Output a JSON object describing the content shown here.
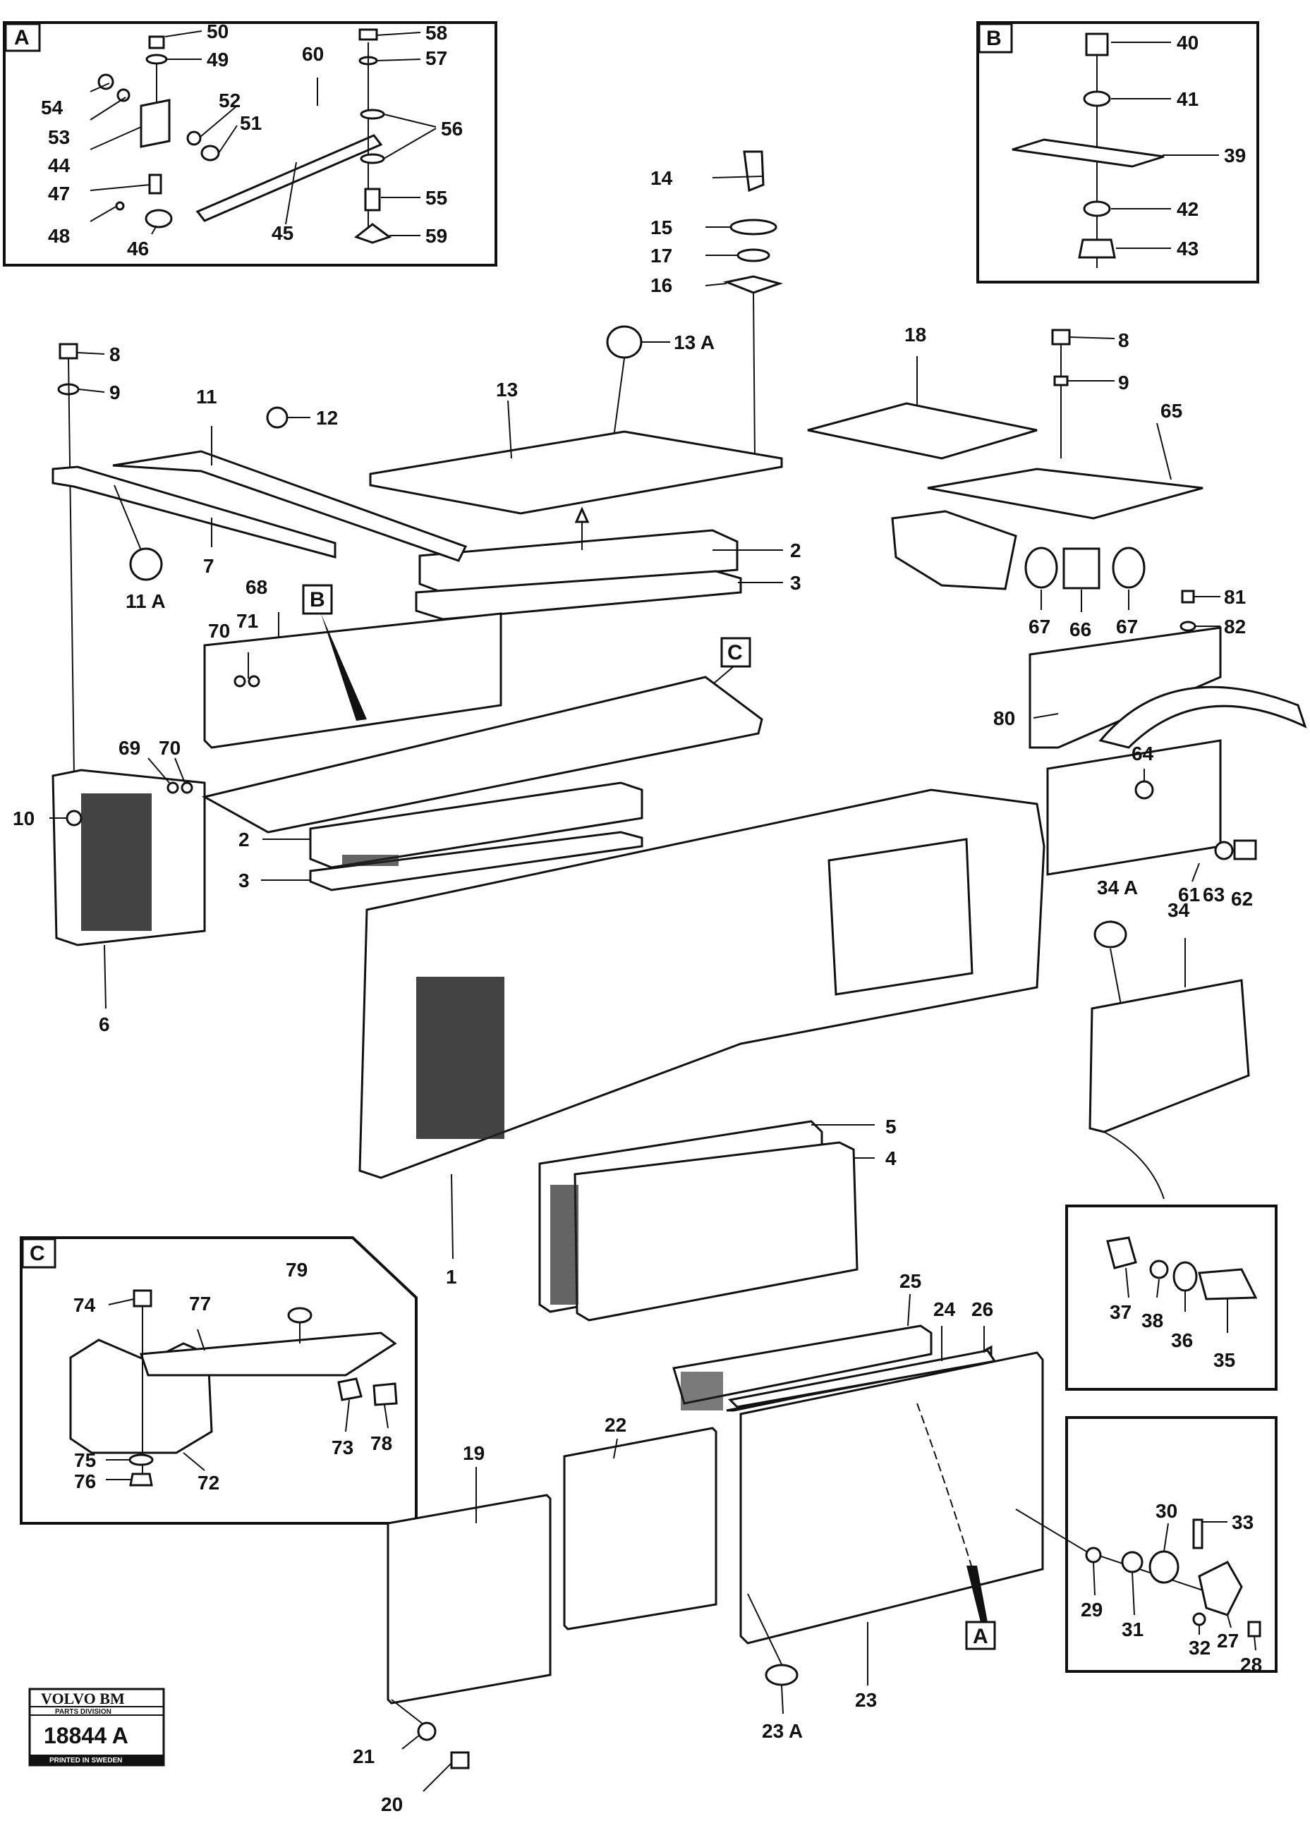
{
  "title_block": {
    "brand": "VOLVO BM",
    "division": "PARTS DIVISION",
    "drawing_number": "18844 A",
    "footer": "PRINTED IN SWEDEN"
  },
  "detail_boxes": [
    {
      "letter": "A"
    },
    {
      "letter": "B"
    },
    {
      "letter": "C"
    }
  ],
  "callouts": {
    "b_main": "B",
    "c_main": "C",
    "a_main": "A"
  },
  "labels": [
    "50",
    "49",
    "58",
    "57",
    "60",
    "54",
    "53",
    "52",
    "51",
    "44",
    "56",
    "47",
    "55",
    "48",
    "46",
    "45",
    "59",
    "40",
    "41",
    "39",
    "42",
    "43",
    "14",
    "15",
    "17",
    "16",
    "13 A",
    "13",
    "18",
    "8",
    "9",
    "65",
    "67",
    "66",
    "67",
    "81",
    "82",
    "80",
    "64",
    "61",
    "63",
    "62",
    "8",
    "9",
    "11",
    "12",
    "7",
    "11 A",
    "68",
    "70",
    "71",
    "10",
    "69",
    "70",
    "2",
    "3",
    "6",
    "2",
    "3",
    "1",
    "34 A",
    "34",
    "5",
    "4",
    "37",
    "38",
    "36",
    "35",
    "74",
    "77",
    "79",
    "73",
    "78",
    "75",
    "76",
    "72",
    "25",
    "24",
    "26",
    "19",
    "22",
    "30",
    "33",
    "29",
    "31",
    "32",
    "27",
    "28",
    "23",
    "23 A",
    "21",
    "20"
  ],
  "colors": {
    "ink": "#111111",
    "paper": "#ffffff"
  }
}
